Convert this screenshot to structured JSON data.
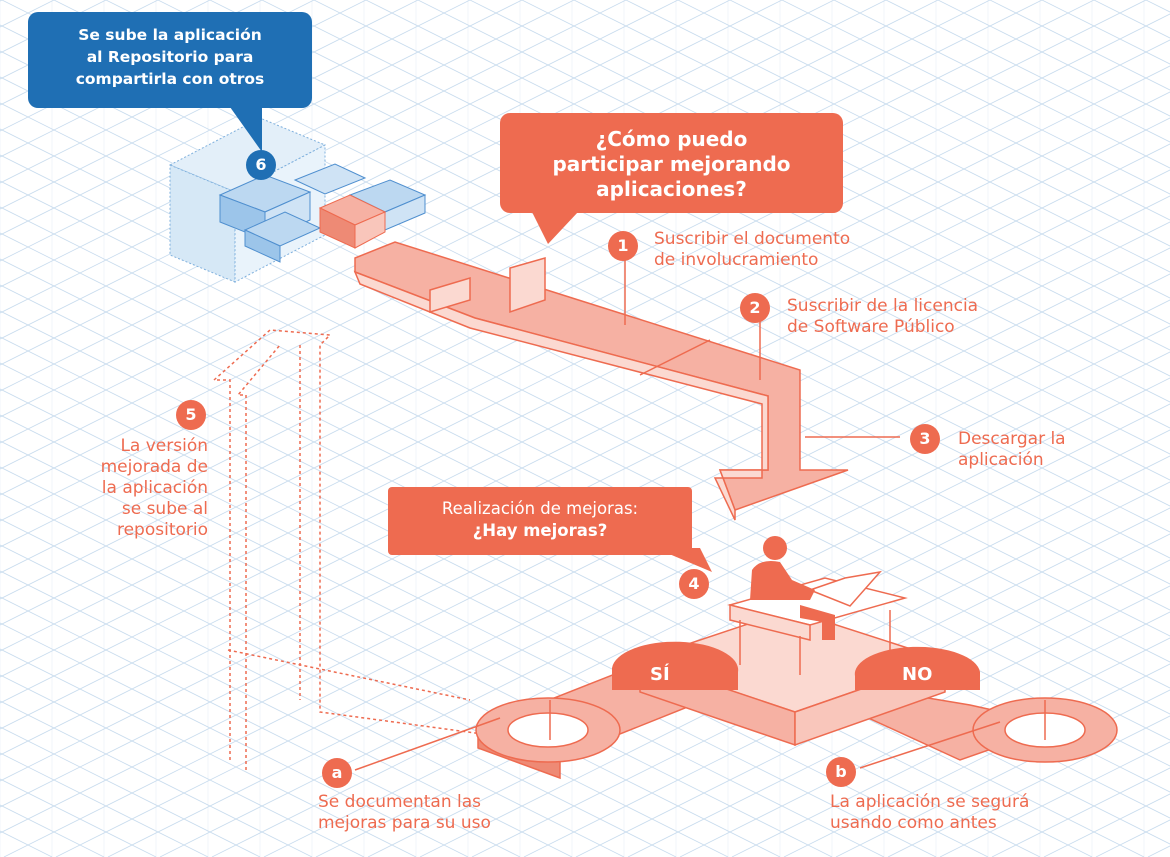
{
  "top_bubble": {
    "lines": [
      "Se sube la aplicación",
      "al Repositorio para",
      "compartirla con otros"
    ],
    "color": "#1f6fb4"
  },
  "title_bubble": {
    "lines": [
      "¿Cómo puedo",
      "participar mejorando",
      "aplicaciones?"
    ],
    "color": "#ee6b50"
  },
  "steps": [
    {
      "badge": "1",
      "lines": [
        "Suscribir el documento",
        "de involucramiento"
      ]
    },
    {
      "badge": "2",
      "lines": [
        "Suscribir de la licencia",
        "de Software Público"
      ]
    },
    {
      "badge": "3",
      "lines": [
        "Descargar la",
        "aplicación"
      ]
    },
    {
      "badge": "4",
      "bubble_lines": [
        "Realización de mejoras:",
        "¿Hay mejoras?"
      ]
    },
    {
      "badge": "5",
      "lines": [
        "La versión",
        "mejorada de",
        "la aplicación",
        "se sube al",
        "repositorio"
      ]
    },
    {
      "badge": "6"
    }
  ],
  "branches": {
    "yes_label": "SÍ",
    "no_label": "NO",
    "a": {
      "badge": "a",
      "lines": [
        "Se documentan las",
        "mejoras para su uso"
      ]
    },
    "b": {
      "badge": "b",
      "lines": [
        "La aplicación se segurá",
        "usando como antes"
      ]
    }
  },
  "colors": {
    "accent": "#ee6b50",
    "accent_light": "#f6b1a3",
    "accent_pale": "#fbd9d1",
    "blue": "#1f6fb4",
    "blue_light": "#cfe3f5",
    "grid": "#c9dcee"
  }
}
